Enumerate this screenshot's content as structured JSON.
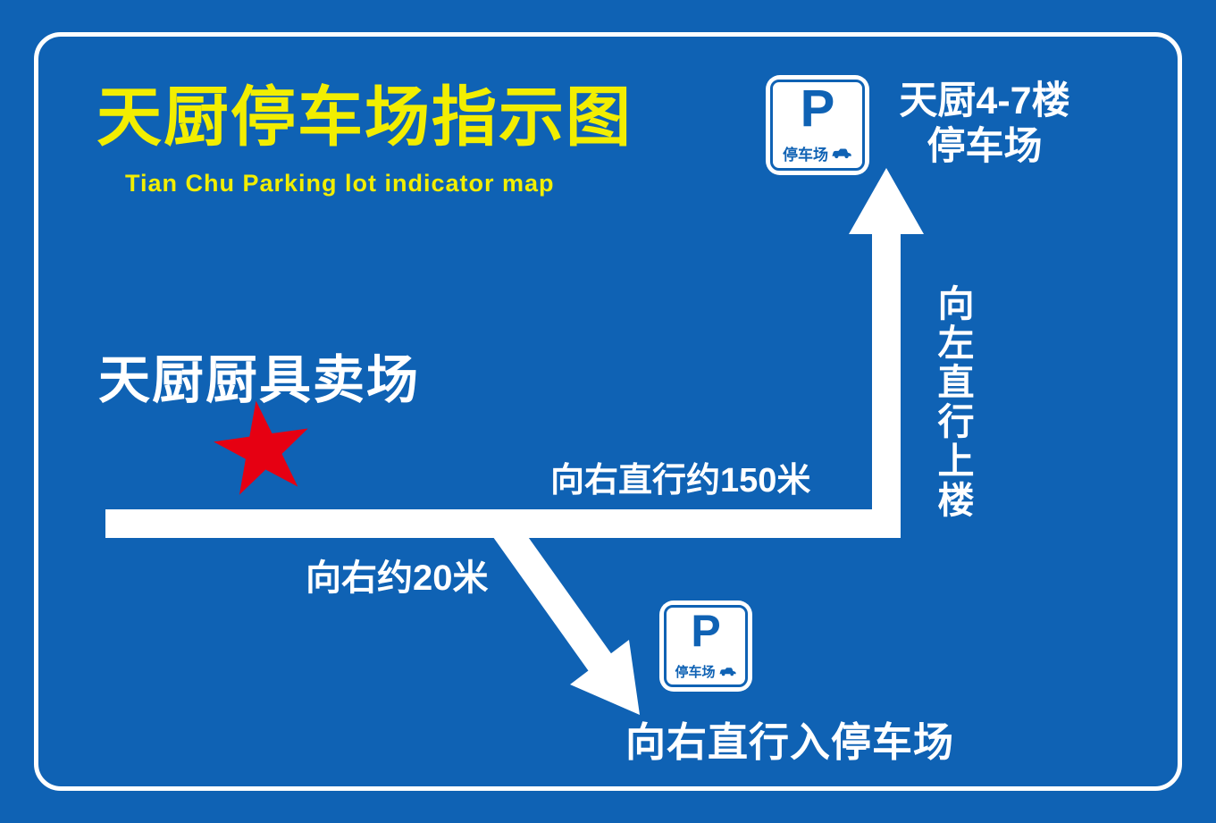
{
  "colors": {
    "background": "#0f62b4",
    "frame_white": "#ffffff",
    "title_yellow": "#f2ee00",
    "sign_blue": "#0f62b4",
    "star_red": "#e60012"
  },
  "header": {
    "title": "天厨停车场指示图",
    "subtitle": "Tian Chu Parking lot indicator map"
  },
  "top_destination": {
    "line1": "天厨4-7楼",
    "line2": "停车场"
  },
  "parking_sign": {
    "letter": "P",
    "label": "停车场"
  },
  "store": {
    "label": "天厨厨具卖场"
  },
  "route_labels": {
    "straight_right_150m": "向右直行约150米",
    "right_20m": "向右约20米",
    "left_upstairs": "向左直行上楼",
    "enter_parking": "向右直行入停车场"
  }
}
